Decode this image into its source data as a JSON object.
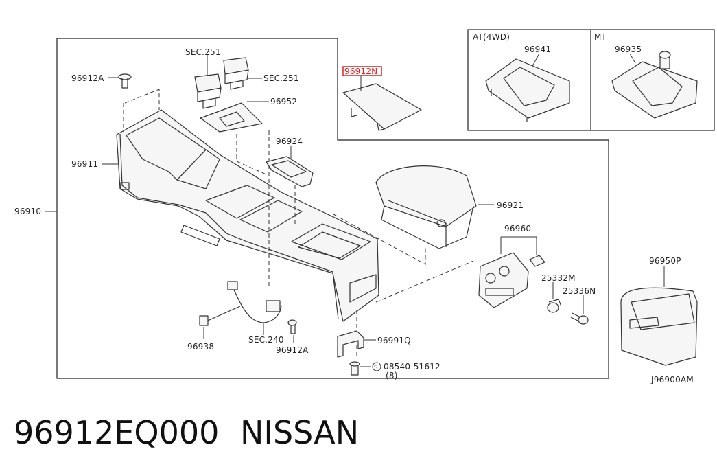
{
  "footer": {
    "part_number": "96912EQ000",
    "brand": "NISSAN"
  },
  "diagram_code": "J96900AM",
  "insets": {
    "at_title": "AT(4WD)",
    "mt_title": "MT"
  },
  "labels": {
    "sec251_a": "SEC.251",
    "sec251_b": "SEC.251",
    "p96912A_top": "96912A",
    "p96952": "96952",
    "p96912N": "96912N",
    "p96941": "96941",
    "p96935": "96935",
    "p96924": "96924",
    "p96911": "96911",
    "p96910": "96910",
    "p96921": "96921",
    "p96960": "96960",
    "p25332M": "25332M",
    "p25336N": "25336N",
    "p96950P": "96950P",
    "p96938": "96938",
    "sec240": "SEC.240",
    "p96912A_bottom": "96912A",
    "p96991Q": "96991Q",
    "p08540": "08540-51612",
    "p08540_qty": "(8)",
    "screw_symbol": "S"
  },
  "highlight_color": "#e02020"
}
